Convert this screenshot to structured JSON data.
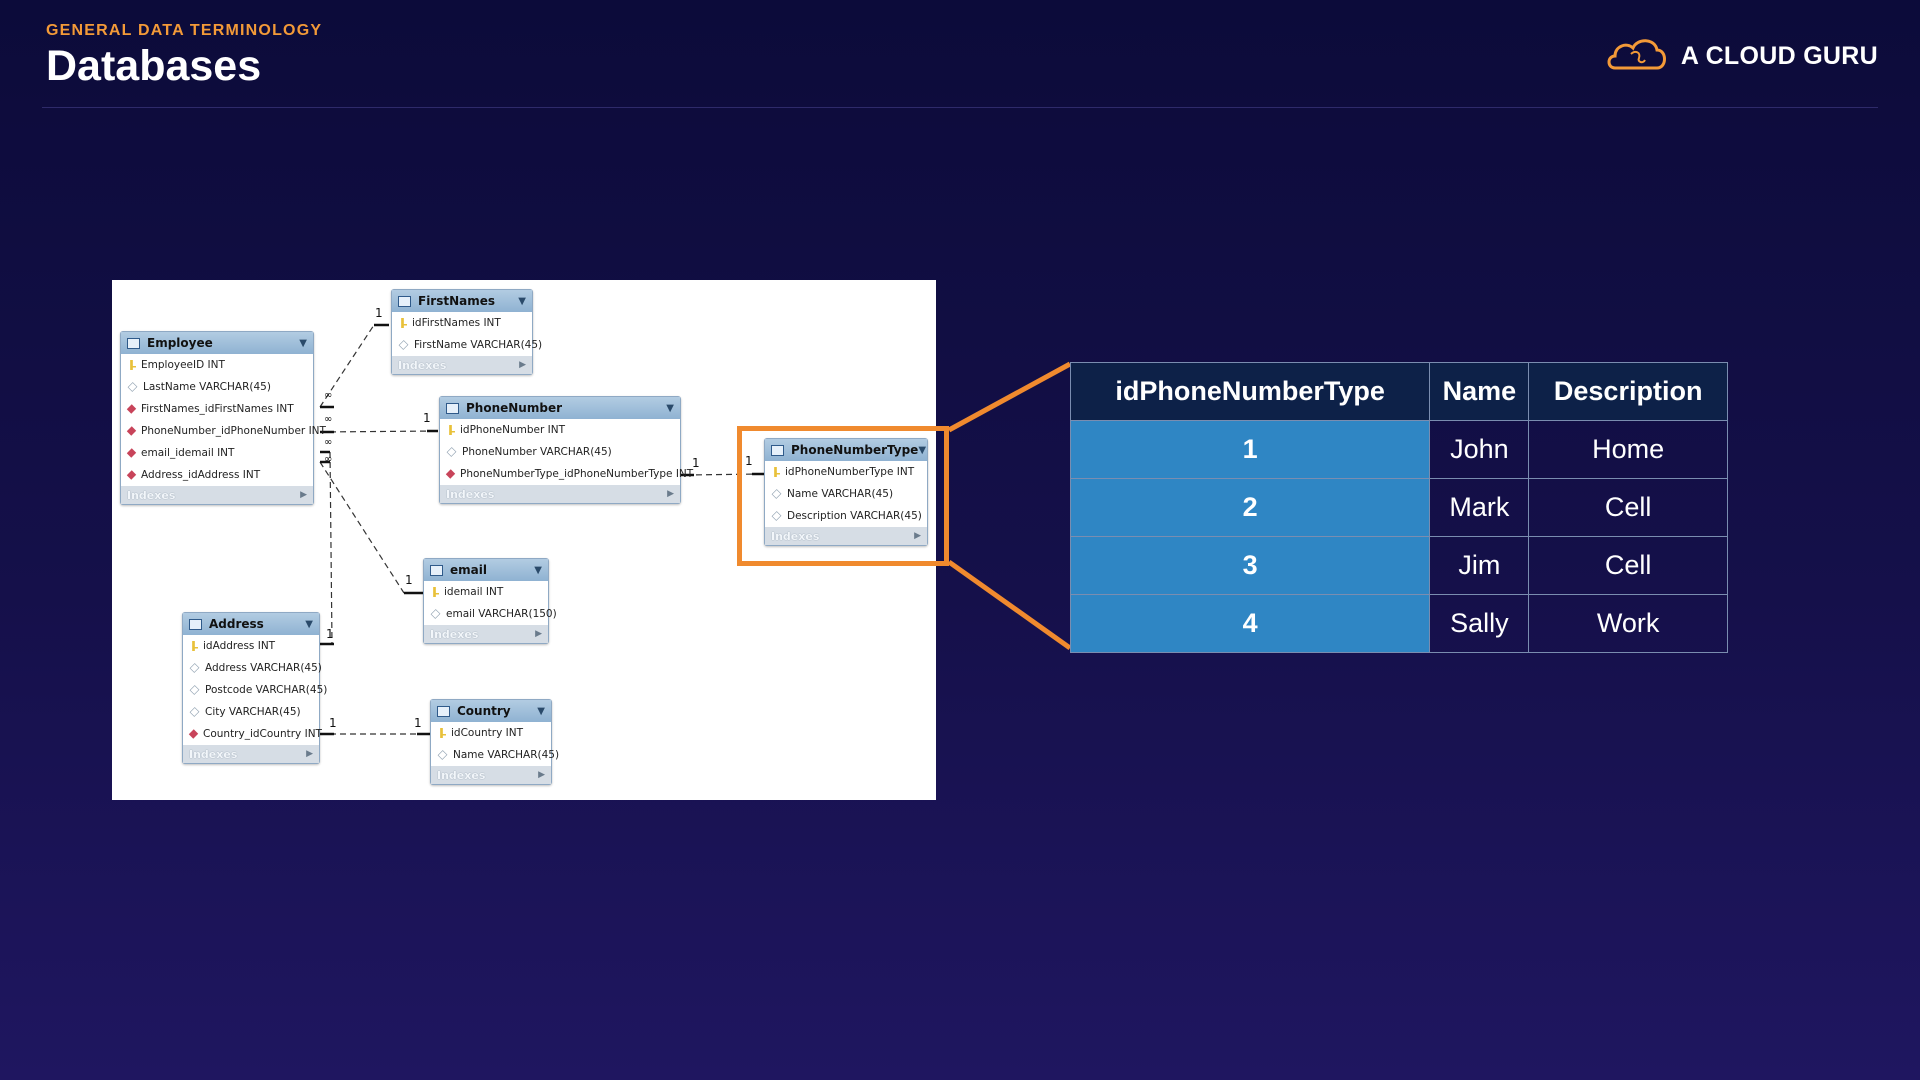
{
  "header": {
    "kicker": "GENERAL DATA TERMINOLOGY",
    "title": "Databases",
    "brand": "A CLOUD GURU",
    "brand_icon": "cloud-logo-icon",
    "accent_color": "#f39a38"
  },
  "erd": {
    "entities": {
      "employee": {
        "name": "Employee",
        "columns": [
          {
            "icon": "pk",
            "text": "EmployeeID INT"
          },
          {
            "icon": "attr",
            "text": "LastName VARCHAR(45)"
          },
          {
            "icon": "fk",
            "text": "FirstNames_idFirstNames INT"
          },
          {
            "icon": "fk",
            "text": "PhoneNumber_idPhoneNumber INT"
          },
          {
            "icon": "fk",
            "text": "email_idemail INT"
          },
          {
            "icon": "fk",
            "text": "Address_idAddress INT"
          }
        ],
        "footer": "Indexes"
      },
      "firstnames": {
        "name": "FirstNames",
        "columns": [
          {
            "icon": "pk",
            "text": "idFirstNames INT"
          },
          {
            "icon": "attr",
            "text": "FirstName VARCHAR(45)"
          }
        ],
        "footer": "Indexes"
      },
      "phonenumber": {
        "name": "PhoneNumber",
        "columns": [
          {
            "icon": "pk",
            "text": "idPhoneNumber INT"
          },
          {
            "icon": "attr",
            "text": "PhoneNumber VARCHAR(45)"
          },
          {
            "icon": "fk",
            "text": "PhoneNumberType_idPhoneNumberType INT"
          }
        ],
        "footer": "Indexes"
      },
      "phonenumbertype": {
        "name": "PhoneNumberType",
        "columns": [
          {
            "icon": "pk",
            "text": "idPhoneNumberType INT"
          },
          {
            "icon": "attr",
            "text": "Name VARCHAR(45)"
          },
          {
            "icon": "attr",
            "text": "Description VARCHAR(45)"
          }
        ],
        "footer": "Indexes"
      },
      "email": {
        "name": "email",
        "columns": [
          {
            "icon": "pk",
            "text": "idemail INT"
          },
          {
            "icon": "attr",
            "text": "email VARCHAR(150)"
          }
        ],
        "footer": "Indexes"
      },
      "address": {
        "name": "Address",
        "columns": [
          {
            "icon": "pk",
            "text": "idAddress INT"
          },
          {
            "icon": "attr",
            "text": "Address VARCHAR(45)"
          },
          {
            "icon": "attr",
            "text": "Postcode VARCHAR(45)"
          },
          {
            "icon": "attr",
            "text": "City VARCHAR(45)"
          },
          {
            "icon": "fk",
            "text": "Country_idCountry INT"
          }
        ],
        "footer": "Indexes"
      },
      "country": {
        "name": "Country",
        "columns": [
          {
            "icon": "pk",
            "text": "idCountry INT"
          },
          {
            "icon": "attr",
            "text": "Name VARCHAR(45)"
          }
        ],
        "footer": "Indexes"
      }
    },
    "cardinality": {
      "one": "1",
      "many": "∞"
    }
  },
  "table": {
    "headers": [
      "idPhoneNumberType",
      "Name",
      "Description"
    ],
    "rows": [
      [
        "1",
        "John",
        "Home"
      ],
      [
        "2",
        "Mark",
        "Cell"
      ],
      [
        "3",
        "Jim",
        "Cell"
      ],
      [
        "4",
        "Sally",
        "Work"
      ]
    ],
    "header_bg": "#0d2148",
    "key_bg": "#2f86c4",
    "highlight_color": "#f08a2e"
  }
}
